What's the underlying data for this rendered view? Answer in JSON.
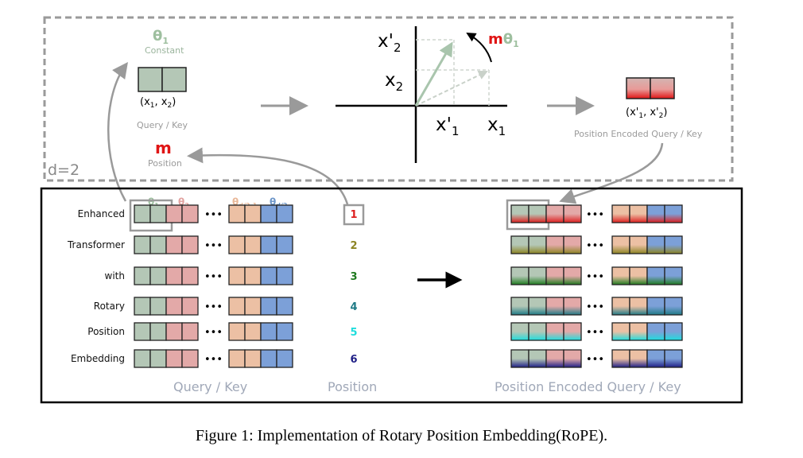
{
  "top_panel": {
    "d_label": "d=2",
    "theta_label": "θ",
    "theta_sub": "1",
    "constant_label": "Constant",
    "query_key_label": "Query / Key",
    "x_pair_label": [
      "(x",
      "1",
      ", x",
      "2",
      ")"
    ],
    "m_label": "m",
    "position_label": "Position",
    "axes": {
      "x1p_main": "x'",
      "x1p_sub": "1",
      "x1_main": "x",
      "x1_sub": "1",
      "x2p_main": "x'",
      "x2p_sub": "2",
      "x2_main": "x",
      "x2_sub": "2"
    },
    "rotation_label_m": "m",
    "rotation_label_theta": "θ",
    "rotation_label_sub": "1",
    "encoded_pair_label": [
      "(x'",
      "1",
      ", x'",
      "2",
      ")"
    ],
    "encoded_label": "Position Encoded Query / Key"
  },
  "bottom_panel": {
    "header_thetas": [
      {
        "main": "θ",
        "sub": "1",
        "color": "#9ebf9f"
      },
      {
        "main": "θ",
        "sub": "2",
        "color": "#e2a2a0"
      },
      {
        "main": "θ",
        "sub": "d/2-1",
        "color": "#e9b898"
      },
      {
        "main": "θ",
        "sub": "d/2",
        "color": "#6d96c9"
      }
    ],
    "words": [
      "Enhanced",
      "Transformer",
      "with",
      "Rotary",
      "Position",
      "Embedding"
    ],
    "positions": [
      {
        "num": "1",
        "color": "#dd1f1f"
      },
      {
        "num": "2",
        "color": "#8c8423"
      },
      {
        "num": "3",
        "color": "#1f7a1f"
      },
      {
        "num": "4",
        "color": "#1f7a86"
      },
      {
        "num": "5",
        "color": "#1fdddd"
      },
      {
        "num": "6",
        "color": "#1f1f86"
      }
    ],
    "ellipsis": "•••",
    "query_key_label": "Query / Key",
    "position_label": "Position",
    "encoded_label": "Position Encoded Query / Key"
  },
  "colors": {
    "green": "#b4c7b6",
    "pink": "#e3a9a8",
    "peach": "#ecc0a4",
    "blue": "#7ca0d8",
    "gray": "#9a9a9a",
    "accent_red": "#e01515",
    "theta_green": "#9ebf9f"
  },
  "caption": "Figure 1: Implementation of Rotary Position Embedding(RoPE)."
}
